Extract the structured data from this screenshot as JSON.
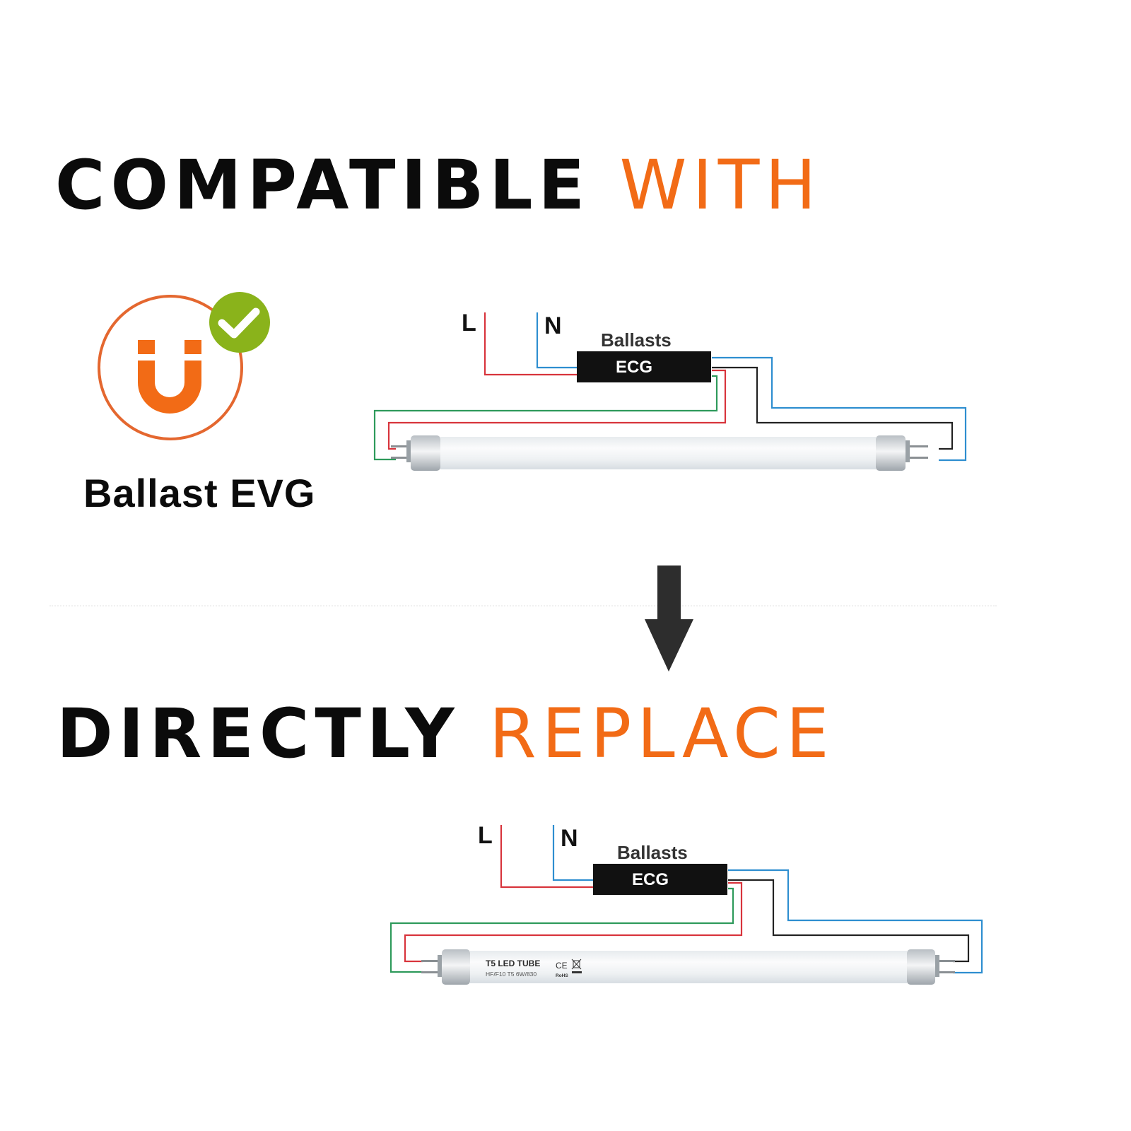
{
  "headline_top": {
    "dark": "COMPATIBLE",
    "accent": "WITH"
  },
  "headline_bottom": {
    "dark": "DIRECTLY",
    "accent": "REPLACE"
  },
  "badge": {
    "glyph": "Ü",
    "label": "Ballast EVG",
    "check_icon": "checkmark-icon",
    "ring_color": "#e4672f",
    "glyph_color": "#f26b16",
    "check_color": "#8ab31b"
  },
  "wiring_top": {
    "live_label": "L",
    "neutral_label": "N",
    "ballast_caption": "Ballasts",
    "ballast_box_label": "ECG"
  },
  "wiring_bottom": {
    "live_label": "L",
    "neutral_label": "N",
    "ballast_caption": "Ballasts",
    "ballast_box_label": "ECG",
    "tube_title": "T5 LED TUBE",
    "tube_model": "HF/F10 T5 6W/830",
    "cert_mark": "CE",
    "rohs_mark": "RoHS"
  },
  "colors": {
    "accent": "#f26b16",
    "live_wire": "#d8343c",
    "neutral_wire": "#2e8ed0",
    "green_wire": "#2e9a5b",
    "black_wire": "#222222",
    "arrow": "#2d2d2d"
  }
}
